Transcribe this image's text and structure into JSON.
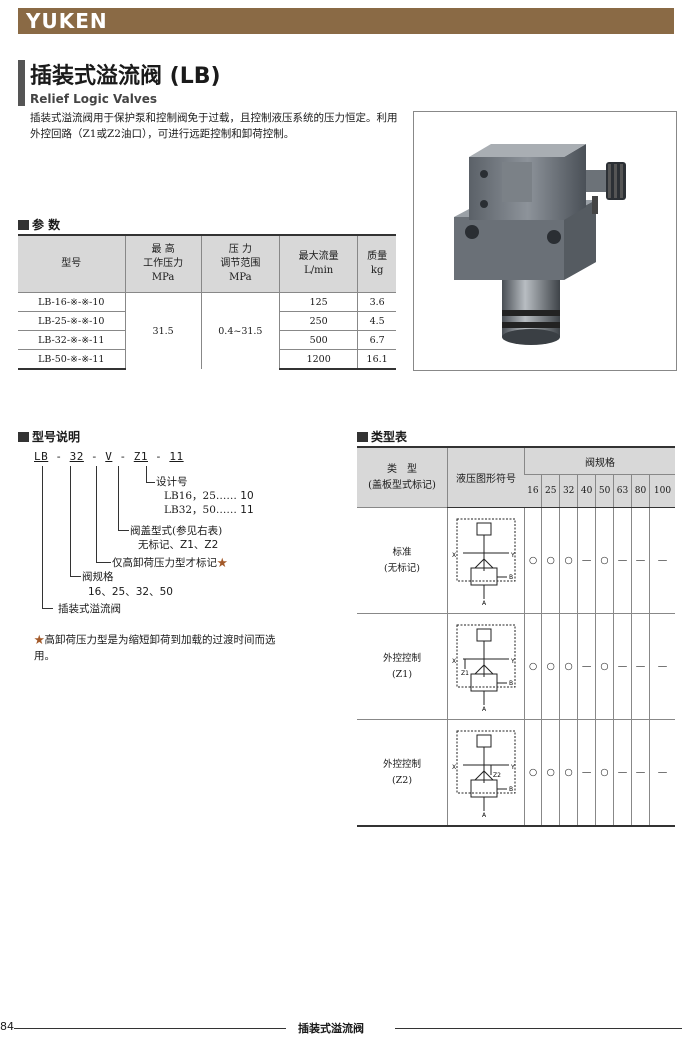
{
  "brand": "YUKEN",
  "title": "插装式溢流阀 (LB)",
  "subtitle": "Relief Logic Valves",
  "description": "插装式溢流阀用于保护泵和控制阀免于过载，且控制液压系统的压力恒定。利用外控回路（Z1或Z2油口），可进行远距控制和卸荷控制。",
  "params": {
    "heading": "参 数",
    "headers": [
      "型号",
      "最 高\n工作压力\nMPa",
      "压 力\n调节范围\nMPa",
      "最大流量\nL/min",
      "质量\nkg"
    ],
    "rows": [
      {
        "model": "LB-16-※-※-10",
        "flow": "125",
        "mass": "3.6"
      },
      {
        "model": "LB-25-※-※-10",
        "flow": "250",
        "mass": "4.5"
      },
      {
        "model": "LB-32-※-※-11",
        "flow": "500",
        "mass": "6.7"
      },
      {
        "model": "LB-50-※-※-11",
        "flow": "1200",
        "mass": "16.1"
      }
    ],
    "max_pressure": "31.5",
    "pressure_range": "0.4~31.5"
  },
  "model_code": {
    "heading": "型号说明",
    "code_parts": [
      "LB",
      "-",
      "32",
      "-",
      "V",
      "-",
      "Z1",
      "-",
      "11"
    ],
    "design_no_label": "设计号",
    "design_no_line1_a": "LB16，25……",
    "design_no_line1_b": "10",
    "design_no_line2_a": "LB32，50……",
    "design_no_line2_b": "11",
    "cover_label": "阀盖型式(参见右表)",
    "cover_values": "无标记、Z1、Z2",
    "high_unload_label": "仅高卸荷压力型才标记",
    "star": "★",
    "size_label": "阀规格",
    "size_values": "16、25、32、50",
    "type_label": "插装式溢流阀",
    "note_star": "★",
    "note": "高卸荷压力型是为缩短卸荷到加载的过渡时间而选用。"
  },
  "types": {
    "heading": "类型表",
    "col_type": "类　型\n(盖板型式标记)",
    "col_symbol": "液压图形符号",
    "col_sizes": "阀规格",
    "sizes": [
      "16",
      "25",
      "32",
      "40",
      "50",
      "63",
      "80",
      "100"
    ],
    "rows": [
      {
        "name": "标准\n(无标记)",
        "marks": [
          "○",
          "○",
          "○",
          "—",
          "○",
          "—",
          "—",
          "—"
        ]
      },
      {
        "name": "外控控制\n(Z1)",
        "marks": [
          "○",
          "○",
          "○",
          "—",
          "○",
          "—",
          "—",
          "—"
        ]
      },
      {
        "name": "外控控制\n(Z2)",
        "marks": [
          "○",
          "○",
          "○",
          "—",
          "○",
          "—",
          "—",
          "—"
        ]
      }
    ],
    "sym_ports": [
      "X",
      "Y",
      "B",
      "A",
      "Z1",
      "Z2"
    ]
  },
  "footer": {
    "page": "84",
    "title": "插装式溢流阀"
  }
}
